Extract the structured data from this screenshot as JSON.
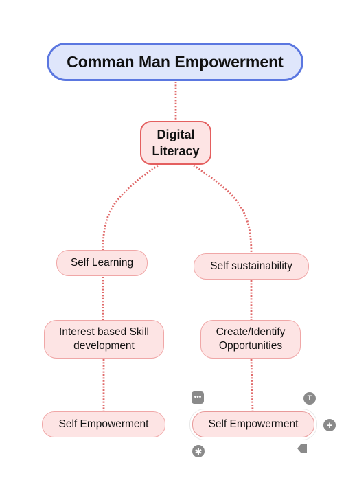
{
  "diagram": {
    "root": {
      "label": "Comman Man Empowerment"
    },
    "central": {
      "label": "Digital Literacy"
    },
    "branches": [
      {
        "label": "Self Learning",
        "children": [
          {
            "label": "Interest based Skill development",
            "children": [
              {
                "label": "Self Empowerment"
              }
            ]
          }
        ]
      },
      {
        "label": "Self sustainability",
        "children": [
          {
            "label": "Create/Identify Opportunities",
            "children": [
              {
                "label": "Self Empowerment",
                "selected": true
              }
            ]
          }
        ]
      }
    ]
  },
  "toolbar": {
    "icons": [
      "more-icon",
      "text-icon",
      "add-icon",
      "star-icon",
      "tag-icon"
    ]
  },
  "colors": {
    "root_fill": "#dfe6fb",
    "root_border": "#5b77e0",
    "node_fill": "#fde4e4",
    "central_border": "#e45f5f",
    "connector": "#e06a6a",
    "tool_gray": "#8a8a8a"
  }
}
